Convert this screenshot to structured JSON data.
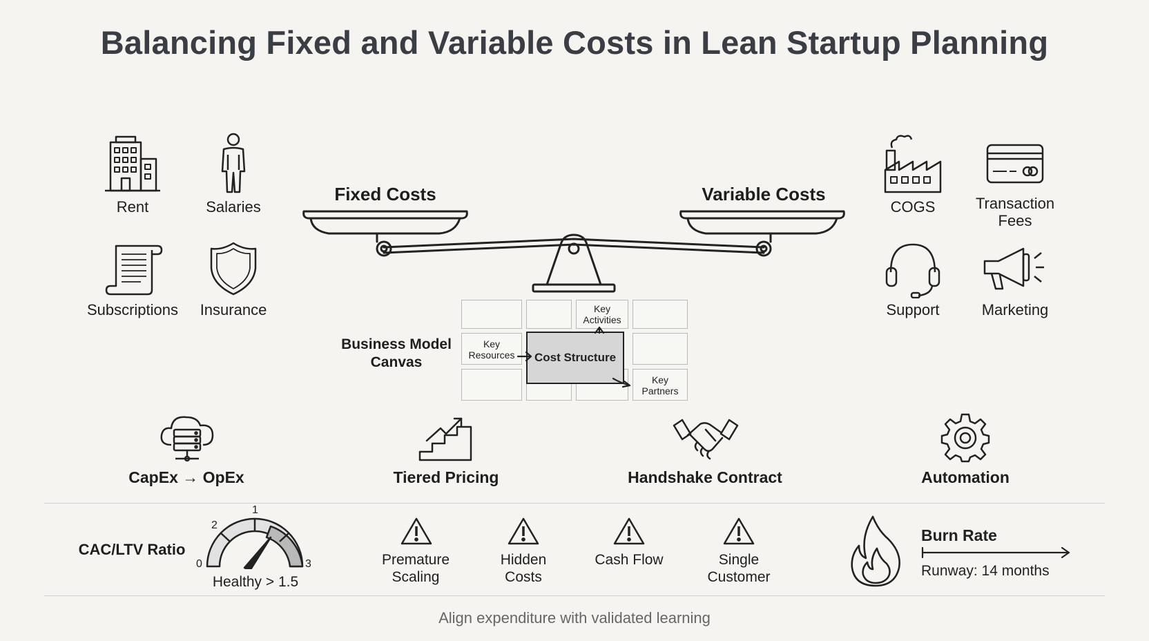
{
  "title": "Balancing Fixed and Variable Costs in Lean Startup Planning",
  "fixed_costs": {
    "heading": "Fixed Costs",
    "items": [
      {
        "label": "Rent",
        "icon": "building-icon"
      },
      {
        "label": "Salaries",
        "icon": "person-icon"
      },
      {
        "label": "Subscriptions",
        "icon": "scroll-icon"
      },
      {
        "label": "Insurance",
        "icon": "shield-icon"
      }
    ]
  },
  "variable_costs": {
    "heading": "Variable Costs",
    "items": [
      {
        "label": "COGS",
        "icon": "factory-icon"
      },
      {
        "label": "Transaction Fees",
        "icon": "credit-card-icon"
      },
      {
        "label": "Support",
        "icon": "headset-icon"
      },
      {
        "label": "Marketing",
        "icon": "megaphone-icon"
      }
    ]
  },
  "canvas": {
    "label": "Business Model Canvas",
    "center": "Cost Structure",
    "key_activities": "Key Activities",
    "key_resources": "Key Resources",
    "key_partners": "Key Partners"
  },
  "strategies": [
    {
      "label": "CapEx → OpEx",
      "icon": "cloud-server-icon"
    },
    {
      "label": "Tiered Pricing",
      "icon": "stairs-arrow-icon"
    },
    {
      "label": "Handshake Contract",
      "icon": "handshake-icon"
    },
    {
      "label": "Automation",
      "icon": "gear-icon"
    }
  ],
  "gauge": {
    "label": "CAC/LTV Ratio",
    "ticks": [
      "0",
      "1",
      "2",
      "3"
    ],
    "caption": "Healthy > 1.5"
  },
  "risks": [
    {
      "label": "Premature Scaling",
      "icon": "warning-icon"
    },
    {
      "label": "Hidden Costs",
      "icon": "warning-icon"
    },
    {
      "label": "Cash Flow",
      "icon": "warning-icon"
    },
    {
      "label": "Single Customer",
      "icon": "warning-icon"
    }
  ],
  "burn": {
    "label": "Burn Rate",
    "runway": "Runway: 14 months",
    "icon": "flame-icon"
  },
  "footer": "Align expenditure with validated learning"
}
